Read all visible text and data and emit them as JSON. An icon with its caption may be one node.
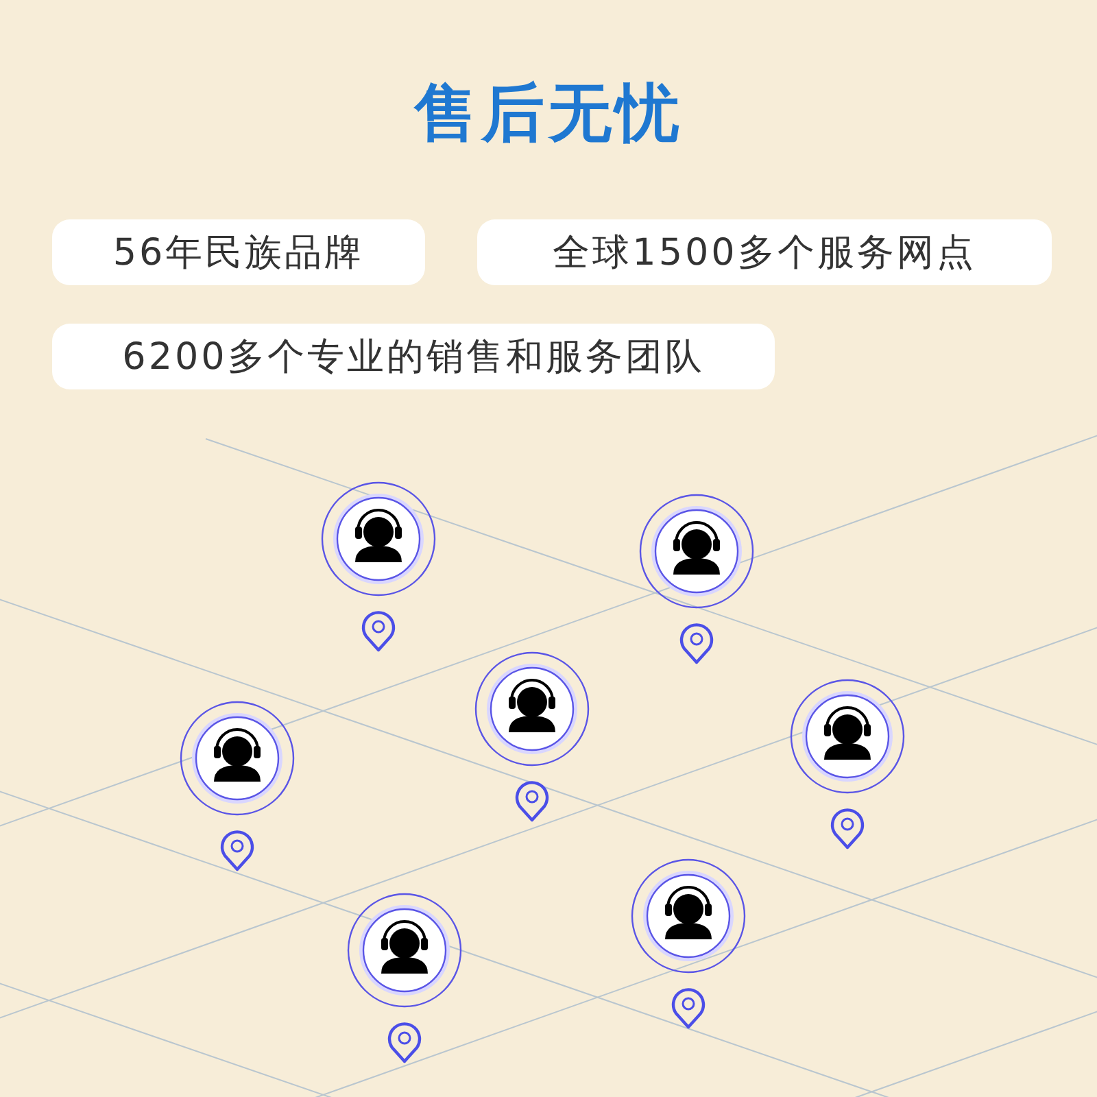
{
  "diagram": {
    "title": "售后无忧",
    "nodes": [
      {
        "text": [
          "56年民族品牌"
        ]
      },
      {
        "text": [
          "全球1500多个服务网点"
        ]
      },
      {
        "text": [
          "6200多个专业的销售和服务团队"
        ]
      }
    ]
  }
}
